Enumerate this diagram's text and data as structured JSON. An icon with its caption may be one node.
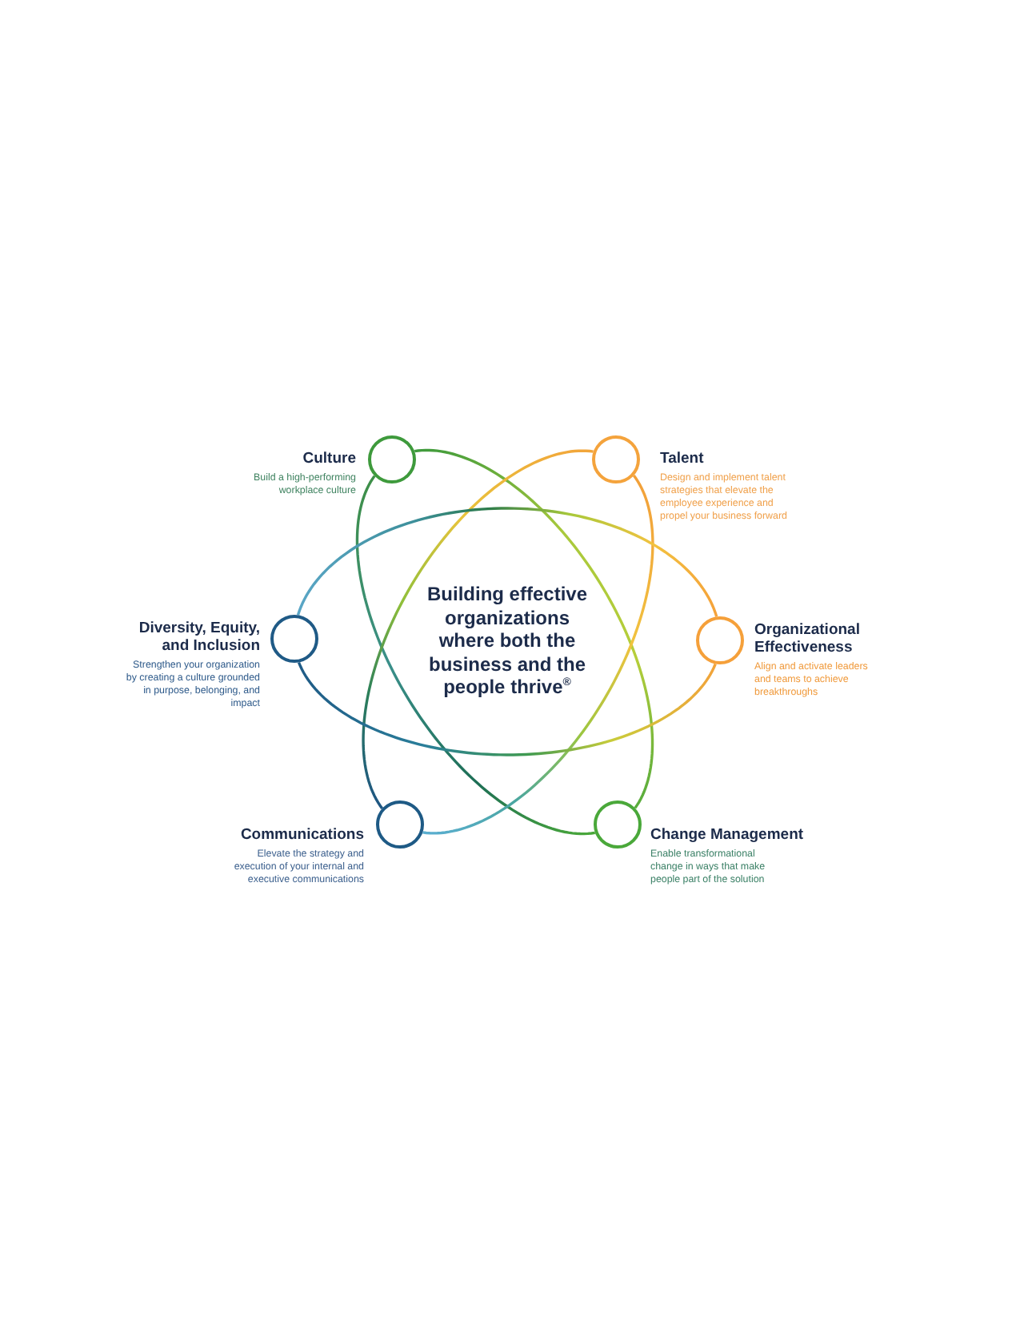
{
  "diagram": {
    "nodes": [
      {
        "text": [
          "Culture",
          "Build a high-performing workplace culture"
        ]
      },
      {
        "text": [
          "Talent",
          "Design and implement talent strategies that elevate the employee experience and propel your business forward"
        ]
      },
      {
        "text": [
          "Diversity, Equity, and Inclusion",
          "Strengthen your organization by creating a culture grounded in purpose, belonging, and impact"
        ]
      },
      {
        "text": [
          "Organizational Effectiveness",
          "Align and activate leaders and teams to achieve breakthroughs"
        ]
      },
      {
        "text": [
          "Communications",
          "Elevate the strategy and execution of your internal and executive communications"
        ]
      },
      {
        "text": [
          "Change Management",
          "Enable transformational change in ways that make people part of the solution"
        ]
      }
    ],
    "edges": [
      {
        "from": 0,
        "to": 5,
        "arrow": "none"
      },
      {
        "from": 0,
        "to": 5,
        "arrow": "none"
      },
      {
        "from": 1,
        "to": 4,
        "arrow": "none"
      },
      {
        "from": 1,
        "to": 4,
        "arrow": "none"
      },
      {
        "from": 2,
        "to": 3,
        "arrow": "none"
      },
      {
        "from": 2,
        "to": 3,
        "arrow": "none"
      }
    ],
    "labels": [
      "Building effective organizations where both the business and the people thrive$^{®}$"
    ]
  }
}
